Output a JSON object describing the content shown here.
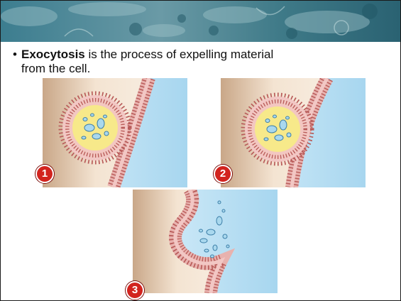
{
  "slide": {
    "bullet_marker": "•",
    "term": "Exocytosis",
    "text_rest_line1": " is the process of expelling material",
    "text_line2": "from the cell."
  },
  "steps": [
    {
      "number": "1"
    },
    {
      "number": "2"
    },
    {
      "number": "3"
    }
  ],
  "colors": {
    "banner": "#2f6f82",
    "cytoplasm": "#f0dcc8",
    "extracellular": "#bfe3f4",
    "membrane": "#d98a86",
    "vesicle_interior": "#f7e98a",
    "cargo": "#a9d8ee",
    "badge": "#d2231e"
  }
}
